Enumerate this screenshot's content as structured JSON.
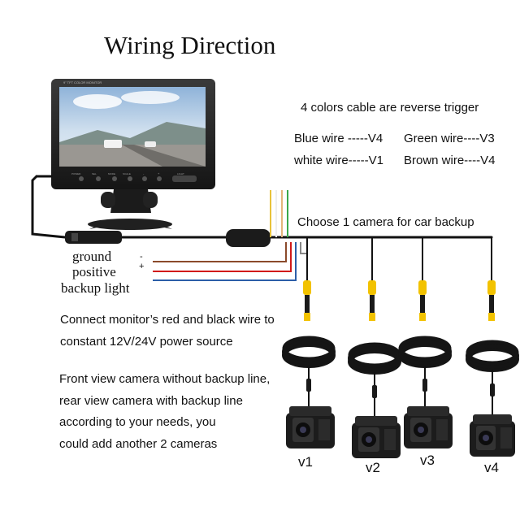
{
  "title": "Wiring Direction",
  "trigger_note": "4 colors cable are reverse trigger",
  "wire_colors": {
    "blue": "Blue wire -----V4",
    "green": "Green wire----V3",
    "white": "white wire-----V1",
    "brown": "Brown wire----V4"
  },
  "camera_choice": "Choose 1 camera for car backup",
  "power_wires": {
    "ground": "ground",
    "positive": "positive",
    "backup": "backup light",
    "positive_mark": "+",
    "ground_mark": "-"
  },
  "power_note": {
    "line1": "Connect monitor’s red and black wire to",
    "line2": "constant 12V/24V power source"
  },
  "camera_note": {
    "line1": "Front view camera without backup line,",
    "line2": "rear view camera with backup line",
    "line3": "according to your needs, you",
    "line4": "could add another 2 cameras"
  },
  "monitor": {
    "brand_text": "9\" TFT COLOR MONITOR",
    "buttons": [
      "POWER",
      "SEL",
      "MODE",
      "SCALE",
      "-",
      "+",
      "LIGHT"
    ]
  },
  "cameras": [
    {
      "label": "v1"
    },
    {
      "label": "v2"
    },
    {
      "label": "v3"
    },
    {
      "label": "v4"
    }
  ],
  "colors": {
    "cable": "#111111",
    "red_wire": "#d11a1a",
    "blue_wire": "#2c5ea8",
    "brown_wire": "#8b4a2b",
    "green_wire": "#3aa84a",
    "yellow_wire": "#e8c23a",
    "plug_yellow": "#f2c200"
  }
}
